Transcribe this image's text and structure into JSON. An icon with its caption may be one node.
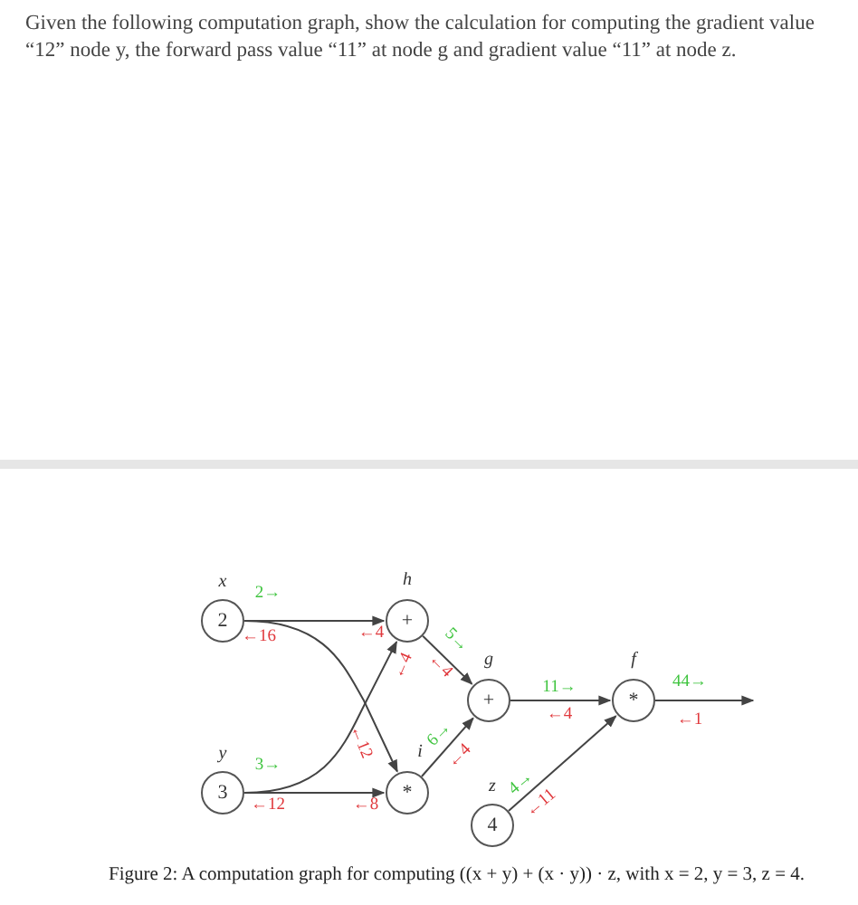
{
  "diagram": {
    "title": "Given the following computation graph, show the calculation for computing the gradient value “12” node y, the forward pass value “11” at node g and gradient value “11” at node z.",
    "caption": "Figure 2: A computation graph for computing ((x + y) + (x · y)) · z, with x = 2, y = 3, z = 4.",
    "nodes": [
      {
        "text": [
          "2"
        ],
        "beside": [
          "x"
        ]
      },
      {
        "text": [
          "+"
        ],
        "beside": [
          "h"
        ]
      },
      {
        "text": [
          "+"
        ],
        "beside": [
          "g"
        ]
      },
      {
        "text": [
          "*"
        ],
        "beside": [
          "f"
        ]
      },
      {
        "text": [
          "3"
        ],
        "beside": [
          "y"
        ]
      },
      {
        "text": [
          "*"
        ],
        "beside": [
          "i"
        ]
      },
      {
        "text": [
          "4"
        ],
        "beside": [
          "z"
        ]
      }
    ],
    "edges": [
      {
        "from": 0,
        "to": 1,
        "arrow": "to"
      },
      {
        "from": 0,
        "to": 5,
        "arrow": "to"
      },
      {
        "from": 4,
        "to": 1,
        "arrow": "to"
      },
      {
        "from": 4,
        "to": 5,
        "arrow": "to"
      },
      {
        "from": 1,
        "to": 2,
        "arrow": "to"
      },
      {
        "from": 5,
        "to": 2,
        "arrow": "to"
      },
      {
        "from": 2,
        "to": 3,
        "arrow": "to"
      },
      {
        "from": 6,
        "to": 3,
        "arrow": "to"
      },
      {
        "from": 3,
        "to": null,
        "arrow": "to"
      }
    ],
    "labels": [
      "2→",
      "←16",
      "←4",
      "←4",
      "←12",
      "3→",
      "←12",
      "←8",
      "5→",
      "←4",
      "6→",
      "←4",
      "11→",
      "←4",
      "4→",
      "←11",
      "44→",
      "←1"
    ]
  }
}
